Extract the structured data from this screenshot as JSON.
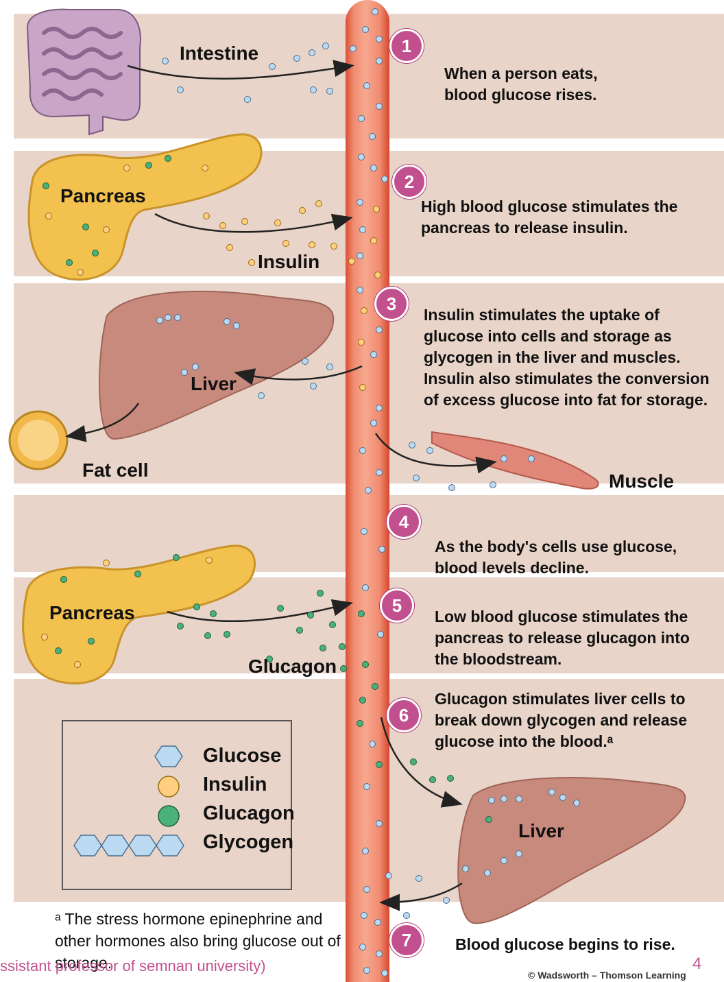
{
  "steps": [
    {
      "num": "1",
      "text": "When a person eats, blood glucose rises."
    },
    {
      "num": "2",
      "text": "High blood glucose stimulates the pancreas to release insulin."
    },
    {
      "num": "3",
      "text": "Insulin stimulates the uptake of glucose into cells and storage as glycogen in the liver and muscles. Insulin also stimulates the conversion of excess glucose into fat for storage."
    },
    {
      "num": "4",
      "text": "As the body's cells use glucose, blood levels decline."
    },
    {
      "num": "5",
      "text": "Low blood glucose stimulates the pancreas to release glucagon into the bloodstream."
    },
    {
      "num": "6",
      "text": "Glucagon stimulates liver cells to break down glycogen and release glucose into the blood.ᵃ"
    },
    {
      "num": "7",
      "text": "Blood glucose begins to rise."
    }
  ],
  "labels": {
    "intestine": "Intestine",
    "pancreas_top": "Pancreas",
    "insulin": "Insulin",
    "liver_top": "Liver",
    "fat_cell": "Fat cell",
    "muscle": "Muscle",
    "pancreas_bottom": "Pancreas",
    "glucagon": "Glucagon",
    "liver_bottom": "Liver"
  },
  "legend": {
    "glucose": "Glucose",
    "insulin": "Insulin",
    "glucagon": "Glucagon",
    "glycogen": "Glycogen"
  },
  "footnote": "ᵃ The stress hormone epinephrine and other hormones also bring glucose out of storage.",
  "credit": "© Wadsworth – Thomson Learning",
  "watermark": "ssistant professor of semnan university)",
  "page_number": "4",
  "colors": {
    "band": "#e8d4c8",
    "badge": "#c2508e",
    "glucose": "#bcd9f2",
    "insulin": "#ffcf7f",
    "glucagon": "#4bb17a",
    "vessel": "#f08b70"
  }
}
